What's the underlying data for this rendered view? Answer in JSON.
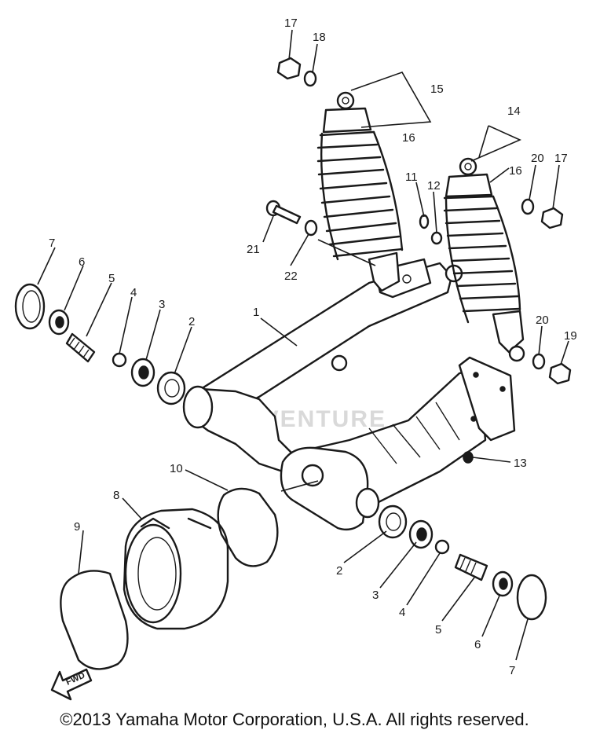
{
  "watermark": "LEADVENTURE",
  "direction_arrow": "FWD",
  "copyright": "©2013 Yamaha Motor Corporation, U.S.A. All rights reserved.",
  "callouts": [
    {
      "id": "c17a",
      "label": "17"
    },
    {
      "id": "c18",
      "label": "18"
    },
    {
      "id": "c15",
      "label": "15"
    },
    {
      "id": "c16a",
      "label": "16"
    },
    {
      "id": "c14",
      "label": "14"
    },
    {
      "id": "c11",
      "label": "11"
    },
    {
      "id": "c12",
      "label": "12"
    },
    {
      "id": "c16b",
      "label": "16"
    },
    {
      "id": "c20a",
      "label": "20"
    },
    {
      "id": "c17b",
      "label": "17"
    },
    {
      "id": "c21",
      "label": "21"
    },
    {
      "id": "c22",
      "label": "22"
    },
    {
      "id": "c7a",
      "label": "7"
    },
    {
      "id": "c6a",
      "label": "6"
    },
    {
      "id": "c5a",
      "label": "5"
    },
    {
      "id": "c4a",
      "label": "4"
    },
    {
      "id": "c3a",
      "label": "3"
    },
    {
      "id": "c2a",
      "label": "2"
    },
    {
      "id": "c1",
      "label": "1"
    },
    {
      "id": "c20b",
      "label": "20"
    },
    {
      "id": "c19",
      "label": "19"
    },
    {
      "id": "c13",
      "label": "13"
    },
    {
      "id": "c10",
      "label": "10"
    },
    {
      "id": "c8",
      "label": "8"
    },
    {
      "id": "c9",
      "label": "9"
    },
    {
      "id": "c2b",
      "label": "2"
    },
    {
      "id": "c3b",
      "label": "3"
    },
    {
      "id": "c4b",
      "label": "4"
    },
    {
      "id": "c5b",
      "label": "5"
    },
    {
      "id": "c6b",
      "label": "6"
    },
    {
      "id": "c7b",
      "label": "7"
    }
  ]
}
